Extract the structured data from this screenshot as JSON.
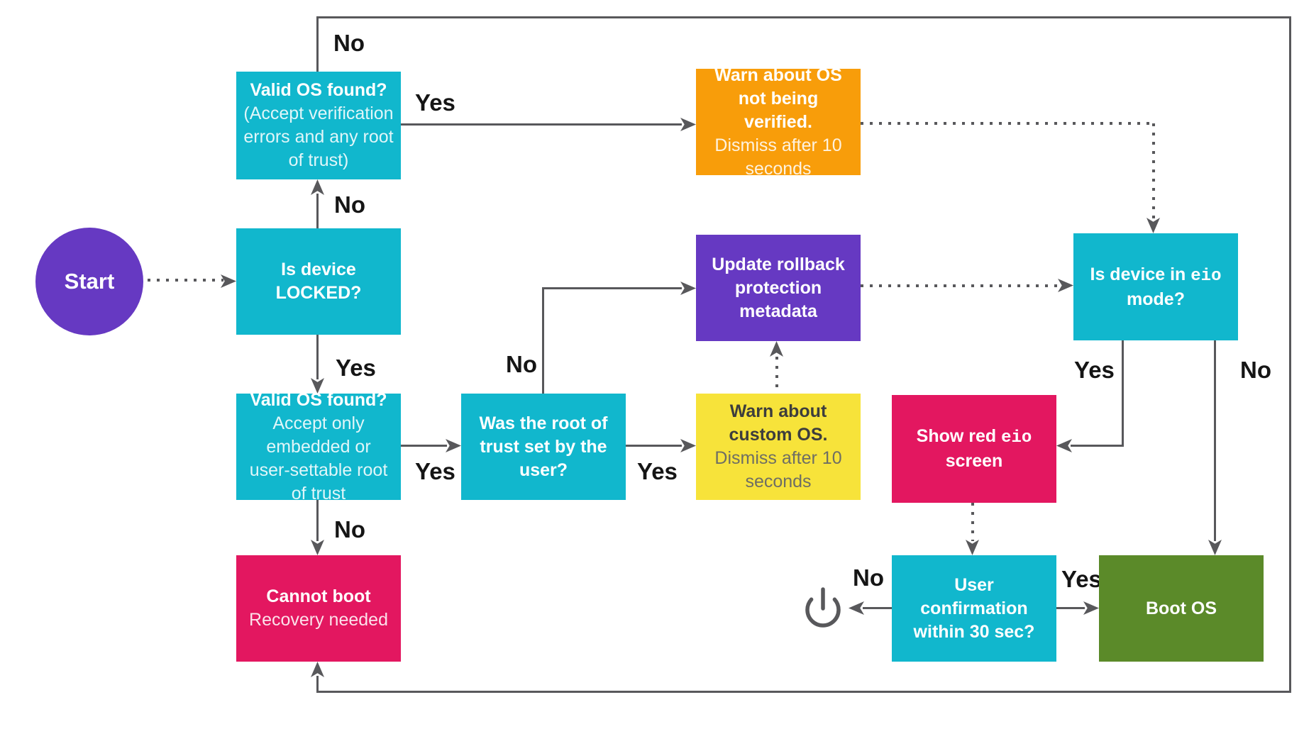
{
  "labels": {
    "yes": "Yes",
    "no": "No"
  },
  "nodes": {
    "start": {
      "label": "Start"
    },
    "valid_os_unlocked": {
      "title": "Valid OS found?",
      "subtitle": "(Accept verification\nerrors and any root\nof trust)"
    },
    "is_locked": {
      "title": "Is device\nLOCKED?"
    },
    "valid_os_locked": {
      "title": "Valid OS found?",
      "subtitle": "Accept only\nembedded or\nuser-settable root\nof trust"
    },
    "cannot_boot": {
      "title": "Cannot boot",
      "subtitle": "Recovery needed"
    },
    "root_of_trust": {
      "title": "Was the root of\ntrust set by the\nuser?"
    },
    "warn_custom_os": {
      "title": "Warn about\ncustom OS.",
      "subtitle": "Dismiss after 10\nseconds"
    },
    "update_rollback": {
      "title": "Update rollback\nprotection\nmetadata"
    },
    "warn_os_not_verified": {
      "title": "Warn about OS\nnot being\nverified.",
      "subtitle": "Dismiss after 10\nseconds"
    },
    "eio_mode": {
      "pre": "Is device in ",
      "code": "eio",
      "post": "\nmode?"
    },
    "show_red_eio": {
      "pre": "Show red ",
      "code": "eio",
      "post": "\nscreen"
    },
    "user_confirmation": {
      "title": "User\nconfirmation\nwithin 30 sec?"
    },
    "boot_os": {
      "title": "Boot OS"
    }
  },
  "icons": {
    "power": "power-icon"
  },
  "colors": {
    "cyan": "#11b7cd",
    "purple": "#6639c2",
    "orange": "#f89d0a",
    "yellow": "#f7e33a",
    "pink": "#e31760",
    "green": "#5b8a29",
    "connector": "#58585b",
    "label_text": "#151515"
  }
}
